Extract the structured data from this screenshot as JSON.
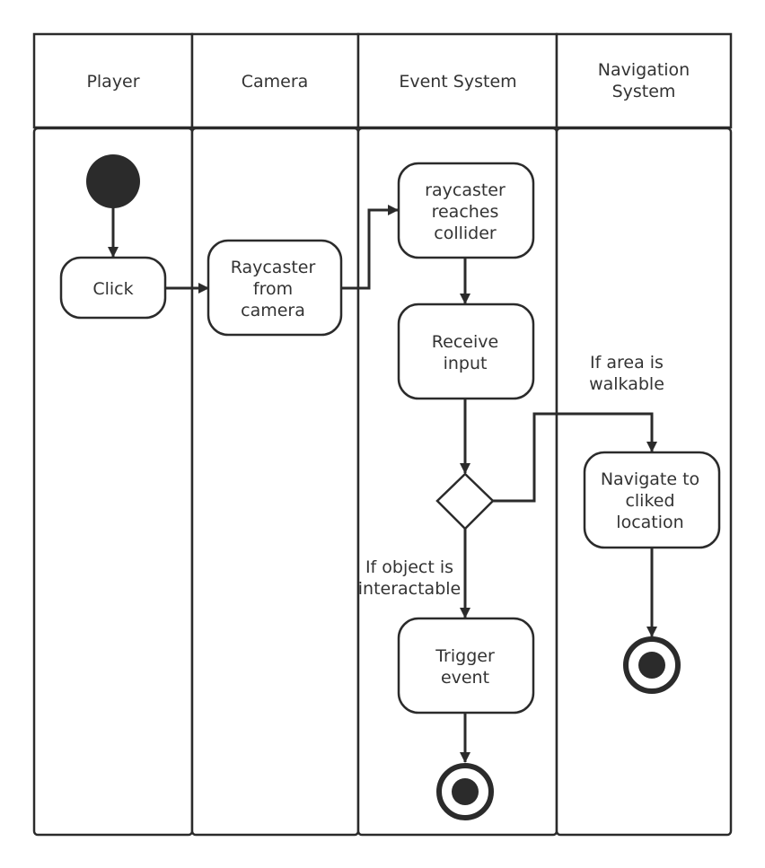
{
  "lanes": [
    {
      "id": "player",
      "label": "Player"
    },
    {
      "id": "camera",
      "label": "Camera"
    },
    {
      "id": "event",
      "label": "Event System"
    },
    {
      "id": "nav",
      "label": "Navigation\nSystem"
    }
  ],
  "nodes": {
    "start": {
      "type": "initial"
    },
    "click": {
      "type": "action",
      "label": "Click"
    },
    "raycaster_from_camera": {
      "type": "action",
      "label": "Raycaster\nfrom\ncamera"
    },
    "raycaster_reaches_collider": {
      "type": "action",
      "label": "raycaster\nreaches\ncollider"
    },
    "receive_input": {
      "type": "action",
      "label": "Receive\ninput"
    },
    "decision": {
      "type": "decision"
    },
    "trigger_event": {
      "type": "action",
      "label": "Trigger\nevent"
    },
    "navigate": {
      "type": "action",
      "label": "Navigate to\ncliked\nlocation"
    },
    "end_event": {
      "type": "final"
    },
    "end_nav": {
      "type": "final"
    }
  },
  "edges": [
    {
      "id": "start-to-click",
      "from": "start",
      "to": "click"
    },
    {
      "id": "click-to-raycaster",
      "from": "click",
      "to": "raycaster_from_camera"
    },
    {
      "id": "raycaster-to-collider",
      "from": "raycaster_from_camera",
      "to": "raycaster_reaches_collider"
    },
    {
      "id": "collider-to-receive",
      "from": "raycaster_reaches_collider",
      "to": "receive_input"
    },
    {
      "id": "receive-to-decision",
      "from": "receive_input",
      "to": "decision"
    },
    {
      "id": "decision-to-trigger",
      "from": "decision",
      "to": "trigger_event",
      "label": "If object is\ninteractable"
    },
    {
      "id": "decision-to-navigate",
      "from": "decision",
      "to": "navigate",
      "label": "If area is\nwalkable"
    },
    {
      "id": "trigger-to-end",
      "from": "trigger_event",
      "to": "end_event"
    },
    {
      "id": "navigate-to-end",
      "from": "navigate",
      "to": "end_nav"
    }
  ],
  "colors": {
    "stroke": "#2b2b2b",
    "fill": "#ffffff",
    "dot": "#2b2b2b",
    "text": "#333333"
  }
}
